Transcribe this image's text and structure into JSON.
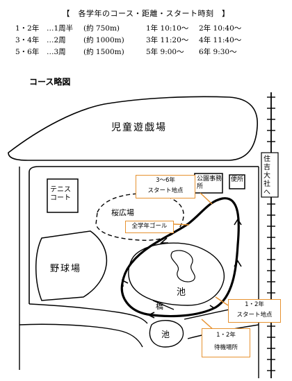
{
  "header": {
    "title": "【　各学年のコース・距離・スタート時刻　】"
  },
  "schedule": [
    {
      "grades": "1・2年",
      "laps": "…1周半",
      "distance": "(約 750m)",
      "start_a": "1年 10:10〜",
      "start_b": "2年 10:40〜"
    },
    {
      "grades": "3・4年",
      "laps": "…2周",
      "distance": "(約 1000m)",
      "start_a": "3年 11:20〜",
      "start_b": "4年 11:40〜"
    },
    {
      "grades": "5・6年",
      "laps": "…3周",
      "distance": "(約 1500m)",
      "start_a": "5年 9:00〜",
      "start_b": "6年 9:30〜"
    }
  ],
  "map": {
    "heading": "コース略図",
    "places": {
      "playground": "児童遊戯場",
      "tennis": "テニスコート",
      "sakura": "桜広場",
      "baseball": "野球場",
      "office": "公園事務所",
      "toilet": "便所",
      "pond_main": "池",
      "bridge": "橋",
      "pond_small": "池",
      "road": "住吉大社へ"
    },
    "callouts": {
      "start_36": "3〜6年スタート地点",
      "start_36_line1": "3〜6年",
      "start_36_line2": "スタート地点",
      "goal": "全学年ゴール",
      "start_12_line1": "1・2年",
      "start_12_line2": "スタート地点",
      "wait_12_line1": "1・2年",
      "wait_12_line2": "待機場所"
    },
    "colors": {
      "callout_border": "#e6912e",
      "ink": "#000000"
    }
  }
}
